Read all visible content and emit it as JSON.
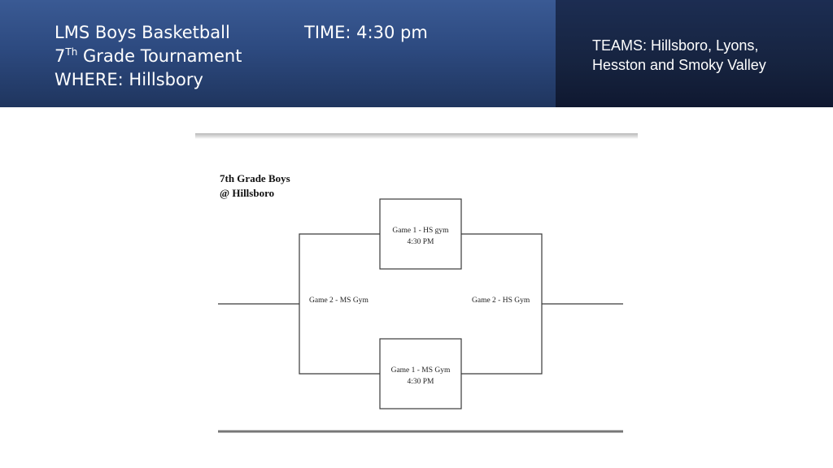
{
  "header": {
    "title_line1": "LMS Boys Basketball",
    "time": "TIME: 4:30 pm",
    "grade_prefix": "7",
    "grade_sup": "Th",
    "grade_suffix": " Grade Tournament",
    "where": "WHERE:  Hillsbory",
    "teams_line1": "TEAMS:  Hillsboro, Lyons,",
    "teams_line2": "Hesston and Smoky Valley"
  },
  "bracket": {
    "title": "7th Grade Boys",
    "location": "@ Hillsboro",
    "top_game": {
      "name": "Game 1 - HS gym",
      "time": "4:30 PM"
    },
    "bottom_game": {
      "name": "Game 1 - MS Gym",
      "time": "4:30 PM"
    },
    "left_final": "Game 2 - MS Gym",
    "right_final": "Game 2 - HS Gym"
  }
}
